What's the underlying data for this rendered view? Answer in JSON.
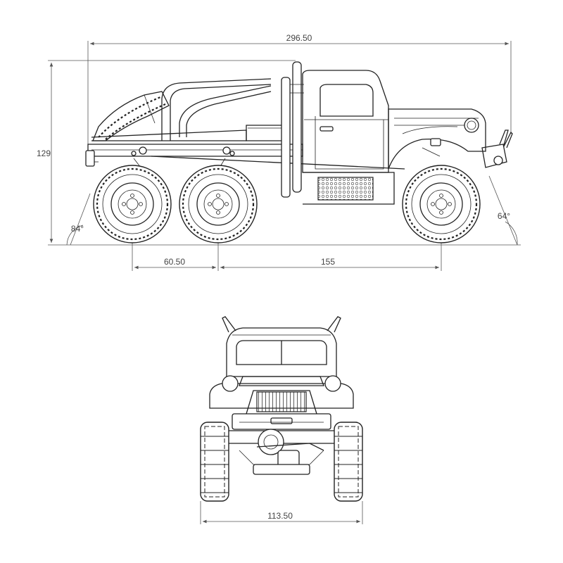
{
  "dimensions": {
    "overall_length": "296.50",
    "height": "129",
    "wheelbase_rear": "60.50",
    "wheelbase_front": "155",
    "approach_angle": "64°",
    "departure_angle": "84°",
    "track_width": "113.50"
  },
  "colors": {
    "line": "#222222",
    "dimension": "#555555",
    "background": "#ffffff"
  }
}
